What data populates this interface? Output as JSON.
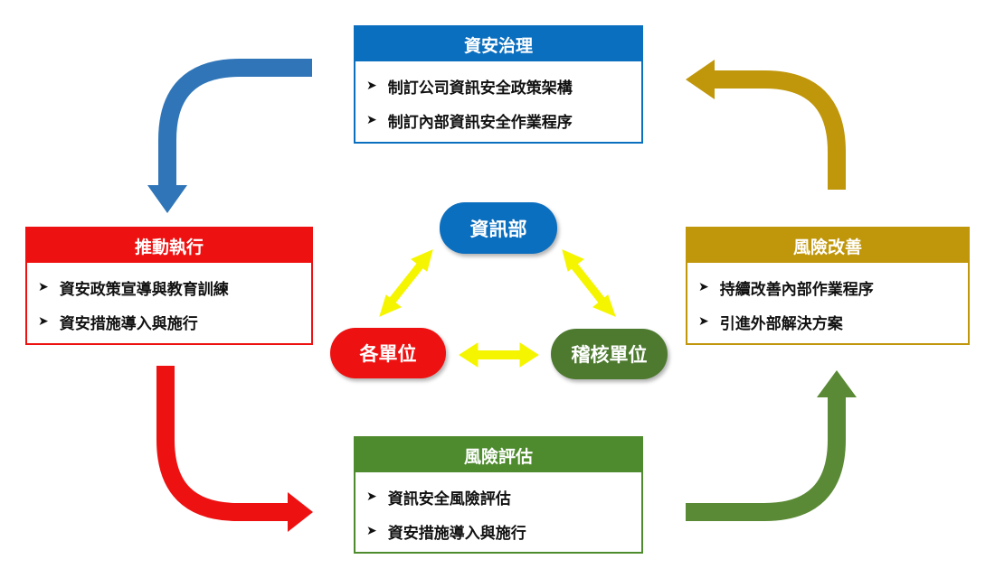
{
  "boxes": {
    "governance": {
      "title": "資安治理",
      "items": [
        "制訂公司資訊安全政策架構",
        "制訂內部資訊安全作業程序"
      ],
      "color": "#0b6fbf"
    },
    "execution": {
      "title": "推動執行",
      "items": [
        "資安政策宣導與教育訓練",
        "資安措施導入與施行"
      ],
      "color": "#ee1111"
    },
    "improvement": {
      "title": "風險改善",
      "items": [
        "持續改善內部作業程序",
        "引進外部解決方案"
      ],
      "color": "#c0960a"
    },
    "assessment": {
      "title": "風險評估",
      "items": [
        "資訊安全風險評估",
        "資安措施導入與施行"
      ],
      "color": "#4e8a2e"
    }
  },
  "bullet": "➤",
  "center": {
    "it_dept": "資訊部",
    "units": "各單位",
    "audit": "稽核單位"
  },
  "colors": {
    "yellow": "#f5f500"
  }
}
